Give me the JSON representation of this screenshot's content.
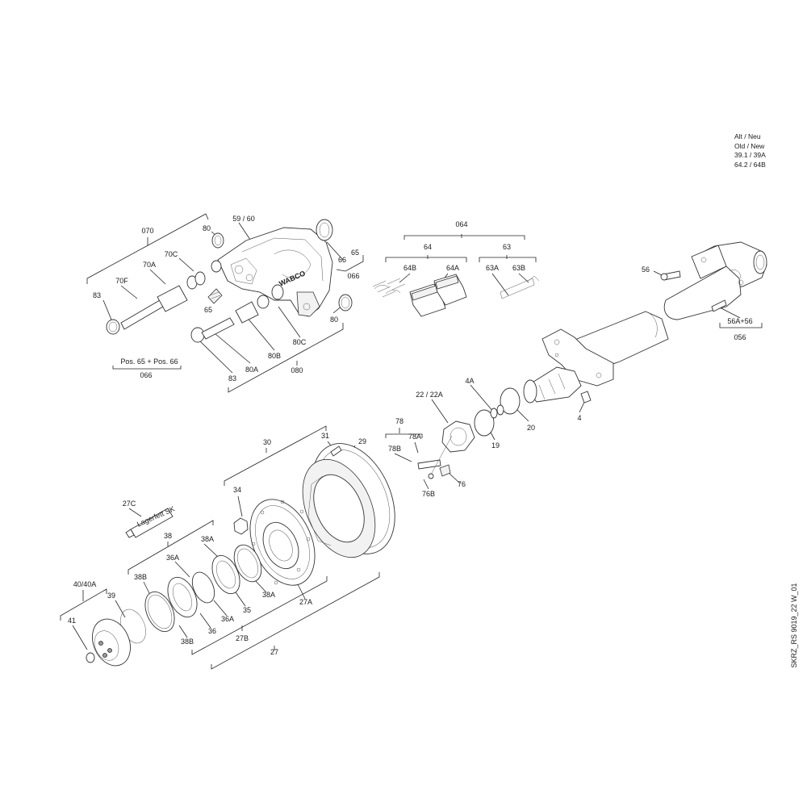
{
  "legend": {
    "lines": [
      "Alt / Neu",
      "Old / New",
      "39.1 / 39A",
      "64.2 / 64B"
    ]
  },
  "doc_id": "SKRZ_RS 9019_22 W_01",
  "brand_mark": "WABCO",
  "grease_label": "Lagerfett SK",
  "labels": {
    "l070": "070",
    "l80a_top": "80",
    "l5960": "59 / 60",
    "l70c": "70C",
    "l70a": "70A",
    "l70f": "70F",
    "l83a": "83",
    "l65a": "65",
    "l66a": "66",
    "l65b": "65",
    "l066a": "066",
    "l80b": "80",
    "l80c": "80C",
    "l80b2": "80B",
    "l80a2": "80A",
    "l83b": "83",
    "l080": "080",
    "lpos": "Pos. 65 + Pos. 66",
    "l066b": "066",
    "l064": "064",
    "l64": "64",
    "l64b": "64B",
    "l64a": "64A",
    "l63": "63",
    "l63a": "63A",
    "l63b": "63B",
    "l56": "56",
    "l56a56": "56A+56",
    "l056": "056",
    "l4a": "4A",
    "l2222a": "22 / 22A",
    "l19": "19",
    "l20": "20",
    "l4": "4",
    "l78": "78",
    "l78a": "78A",
    "l78b": "78B",
    "l76": "76",
    "l76b": "76B",
    "l30": "30",
    "l31": "31",
    "l29": "29",
    "l34": "34",
    "l27c": "27C",
    "l38": "38",
    "l38a1": "38A",
    "l36a1": "36A",
    "l38b1": "38B",
    "l4040a": "40/40A",
    "l39": "39",
    "l41": "41",
    "l38a2": "38A",
    "l35": "35",
    "l36a2": "36A",
    "l36": "36",
    "l38b2": "38B",
    "l27a": "27A",
    "l27b": "27B",
    "l27": "27"
  },
  "colors": {
    "line": "#222222",
    "fill_dark": "#9a9a9a",
    "background": "#ffffff"
  }
}
